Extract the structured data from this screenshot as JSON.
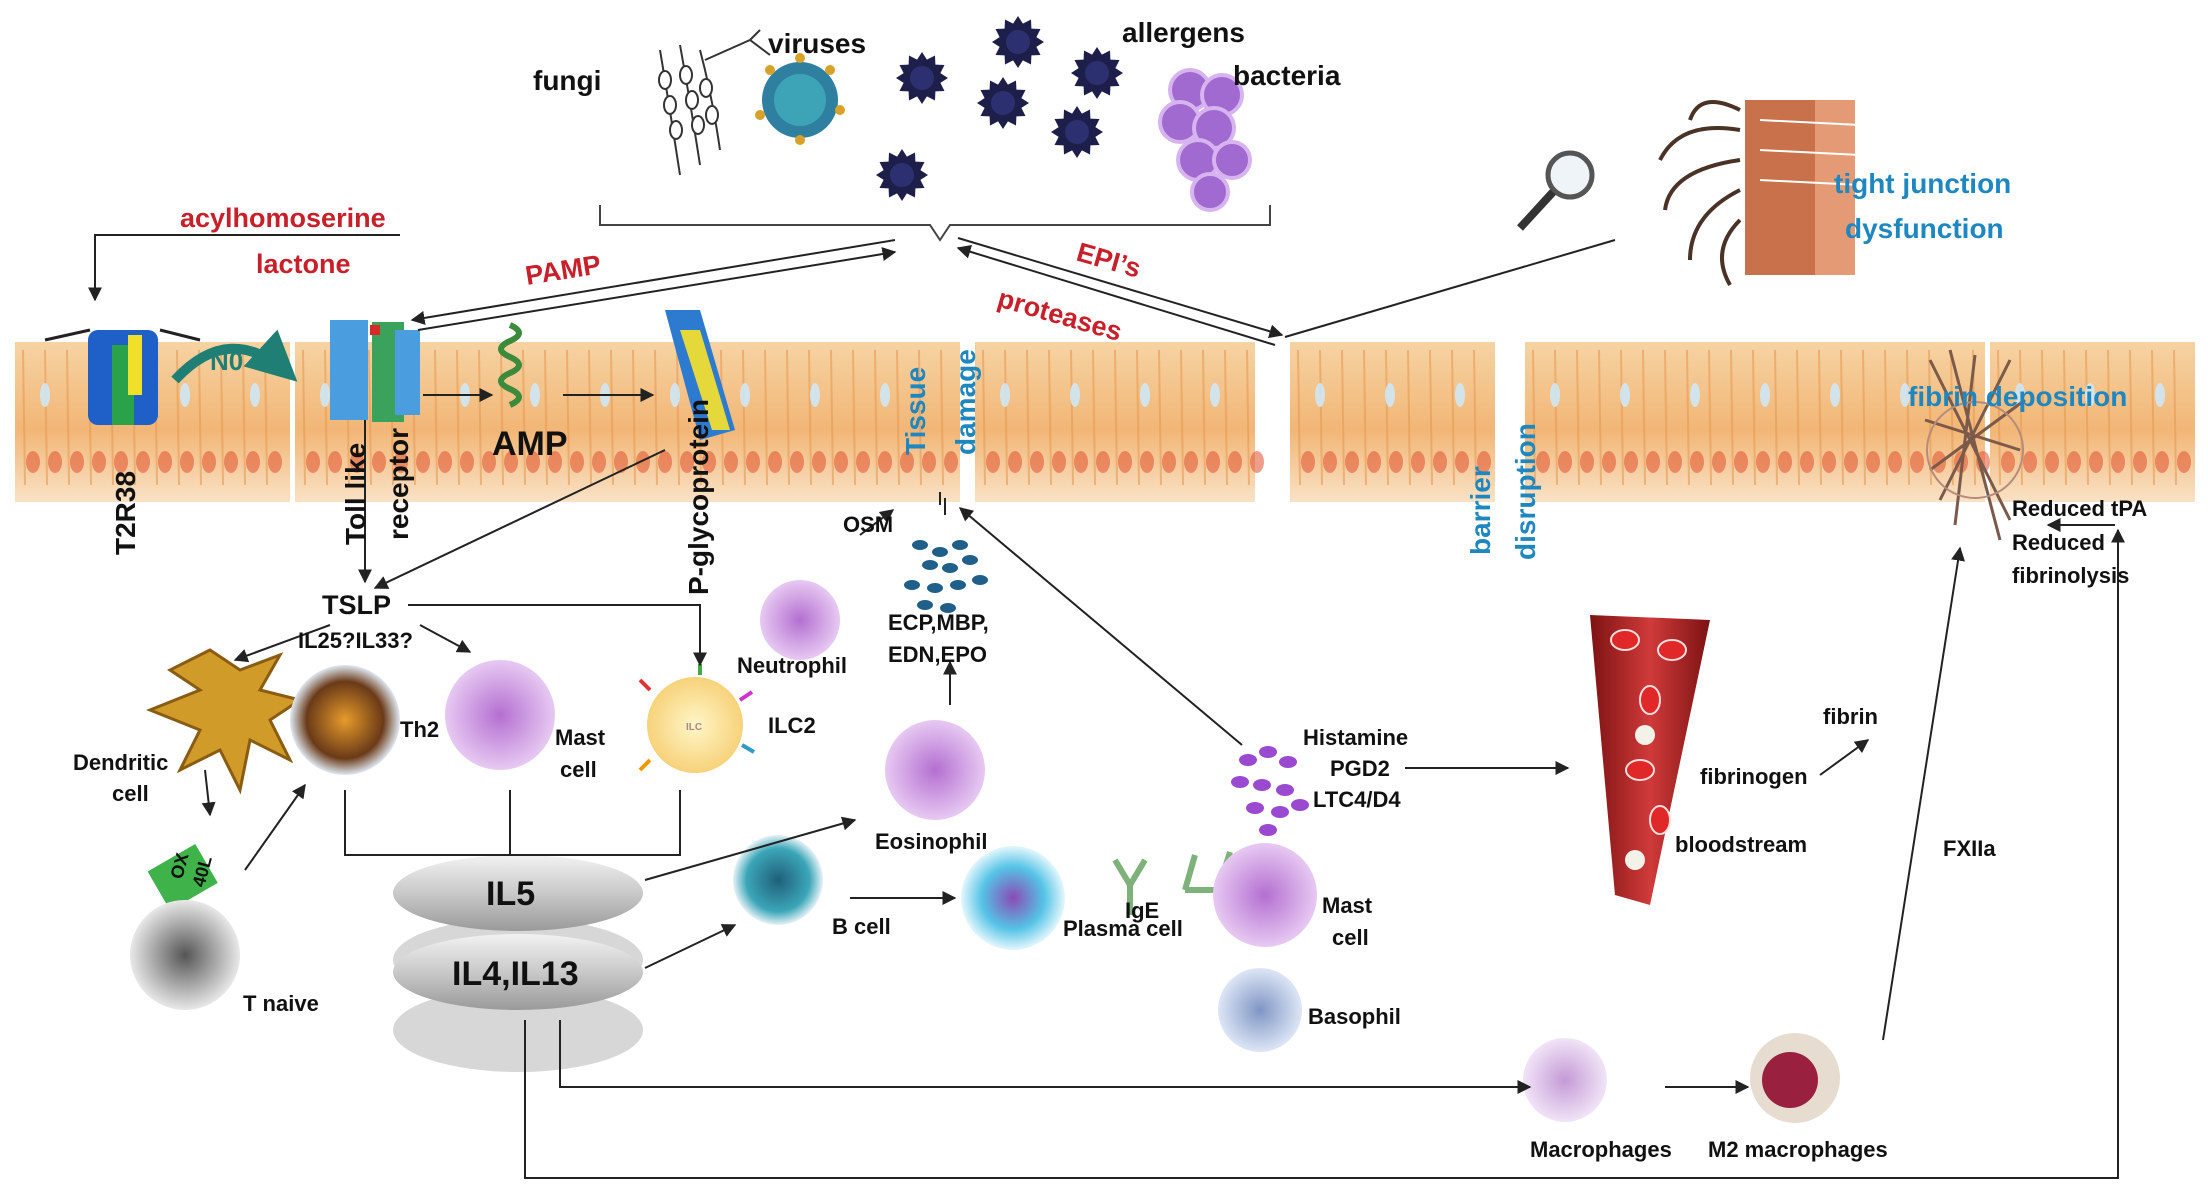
{
  "pathogens": {
    "fungi": "fungi",
    "viruses": "viruses",
    "allergens": "allergens",
    "bacteria": "bacteria"
  },
  "signals": {
    "acylhomoserine": "acylhomoserine",
    "lactone": "lactone",
    "pamp": "PAMP",
    "epis": "EPI’s",
    "proteases": "proteases",
    "no": "N0"
  },
  "epithelium": {
    "t2r38": "T2R38",
    "toll_like": "Toll like",
    "receptor": "receptor",
    "amp": "AMP",
    "p_glycoprotein": "P-glycoprotein",
    "tissue": "Tissue",
    "damage": "damage",
    "barrier": "barrier",
    "disruption": "disruption",
    "tight_junction": "tight junction",
    "dysfunction": "dysfunction",
    "fibrin_deposition": "fibrin deposition"
  },
  "cells": {
    "tslp": "TSLP",
    "il25_il33": "IL25?IL33?",
    "dendritic": "Dendritic",
    "dendritic_cell": "cell",
    "th2": "Th2",
    "mast": "Mast",
    "mast_cell": "cell",
    "ilc": "ILC",
    "ilc2": "ILC2",
    "ox": "OX",
    "forty_l": "40L",
    "t_naive": "T naive",
    "il5": "IL5",
    "il4_il13": "IL4,IL13",
    "osm": "OSM",
    "neutrophil": "Neutrophil",
    "granules_1": "ECP,MBP,",
    "granules_2": "EDN,EPO",
    "eosinophil": "Eosinophil",
    "b_cell": "B cell",
    "ige": "IgE",
    "plasma_cell": "Plasma cell",
    "mast2": "Mast",
    "mast2_cell": "cell",
    "basophil": "Basophil",
    "histamine": "Histamine",
    "pgd2": "PGD2",
    "ltc4": "LTC4/D4",
    "bloodstream": "bloodstream",
    "fibrinogen": "fibrinogen",
    "fibrin": "fibrin",
    "fxiia": "FXIIa",
    "reduced_tpa": "Reduced tPA",
    "reduced": "Reduced",
    "fibrinolysis": "fibrinolysis",
    "macrophages": "Macrophages",
    "m2_macrophages": "M2 macrophages"
  },
  "colors": {
    "red_label": "#c8202a",
    "blue_label": "#1f87c0",
    "black_label": "#111111",
    "epithelium": "#f3c48a",
    "arrow": "#222222"
  }
}
